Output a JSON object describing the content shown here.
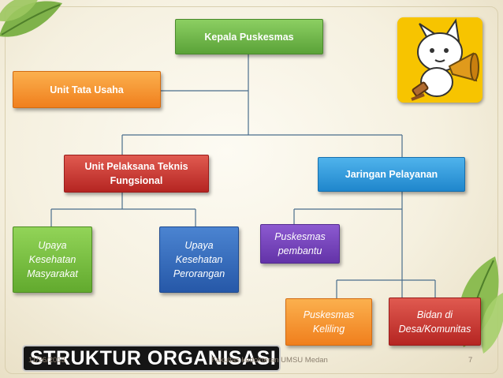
{
  "org_chart": {
    "head": "Kepala Puskesmas",
    "admin": "Unit Tata Usaha",
    "functional_unit": "Unit Pelaksana Teknis Fungsional",
    "service_network": "Jaringan Pelayanan",
    "community_health": "Upaya Kesehatan Masyarakat",
    "individual_health": "Upaya Kesehatan Perorangan",
    "sub_clinic": "Puskesmas pembantu",
    "mobile_clinic": "Puskesmas Keliling",
    "village_midwife": "Bidan di Desa/Komunitas"
  },
  "title": "STRUKTUR ORGANISASI",
  "footer": {
    "date": "11/26/2013",
    "source": "Fakultas kedokteran UMSU Medan",
    "page": "7"
  },
  "decoration": {
    "icons": [
      "leaf-icon",
      "cartoon-cat-megaphone-icon"
    ],
    "accent_colors": [
      "#5aa238",
      "#f07f1d",
      "#b52522",
      "#1f86cc",
      "#2658a8",
      "#6333a8"
    ]
  }
}
